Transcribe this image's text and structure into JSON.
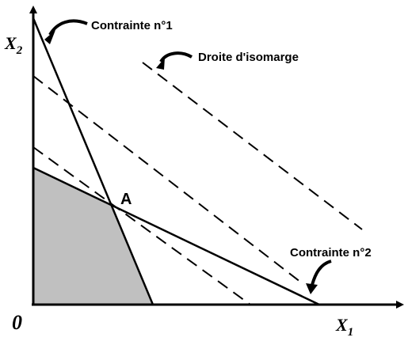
{
  "diagram": {
    "axis_x_label_main": "X",
    "axis_x_label_sub": "1",
    "axis_y_label_main": "X",
    "axis_y_label_sub": "2",
    "origin_label": "0",
    "point_label": "A",
    "constraint1_label": "Contrainte n°1",
    "constraint2_label": "Contrainte n°2",
    "isomarge_label": "Droite d'isomarge",
    "feasible_region_color": "#c0c0c0",
    "line_color": "#000000"
  }
}
